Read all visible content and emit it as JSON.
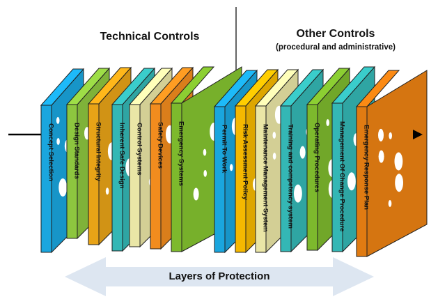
{
  "headers": {
    "technical": "Technical Controls",
    "other": "Other Controls",
    "other_sub": "(procedural and administrative)"
  },
  "footer": {
    "label": "Layers of Protection"
  },
  "colors": {
    "outline": "#1f1f1f",
    "band_arrow": "#dde6f1",
    "flow_arrow": "#000000"
  },
  "layers": [
    {
      "label": "Concept Selection",
      "group": "technical",
      "color": "#1aa6de",
      "holes": 4
    },
    {
      "label": "Design Standards",
      "group": "technical",
      "color": "#8dc63f",
      "holes": 3
    },
    {
      "label": "Structural Integrity",
      "group": "technical",
      "color": "#e8a317",
      "holes": 3
    },
    {
      "label": "Inherent Safe Design",
      "group": "technical",
      "color": "#34b7b5",
      "holes": 4
    },
    {
      "label": "Control Systems",
      "group": "technical",
      "color": "#eae6a6",
      "holes": 3
    },
    {
      "label": "Safety Devices",
      "group": "technical",
      "color": "#f28c1e",
      "holes": 3
    },
    {
      "label": "Emergency Systems",
      "group": "technical",
      "color": "#7db92d",
      "holes": 4
    },
    {
      "label": "Permit To Work",
      "group": "other",
      "color": "#1aa6de",
      "holes": 3
    },
    {
      "label": "Risk Assessment Policy",
      "group": "other",
      "color": "#f5b800",
      "holes": 3
    },
    {
      "label": "Maintenance Management System",
      "group": "other",
      "color": "#eae6a6",
      "holes": 4
    },
    {
      "label": "Training and competency system",
      "group": "other",
      "color": "#34b7b5",
      "holes": 3
    },
    {
      "label": "Operating Procedures",
      "group": "other",
      "color": "#7db92d",
      "holes": 4
    },
    {
      "label": "Management Of Change Procedure",
      "group": "other",
      "color": "#34b7b5",
      "holes": 3
    },
    {
      "label": "Emergency Response Plan",
      "group": "other",
      "color": "#e07b12",
      "holes": 6
    }
  ]
}
